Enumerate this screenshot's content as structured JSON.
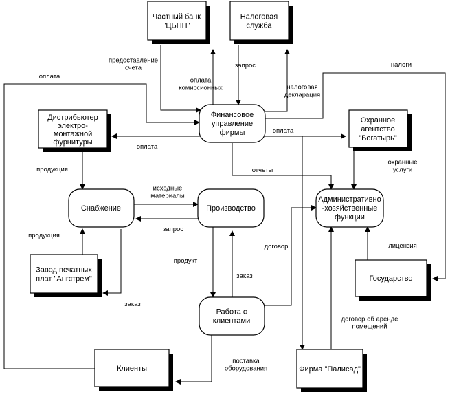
{
  "entities": {
    "bank": {
      "lines": [
        "Частный банк",
        "\"ЦБНН\""
      ]
    },
    "tax": {
      "lines": [
        "Налоговая",
        "служба"
      ]
    },
    "distributor": {
      "lines": [
        "Дистрибьютер",
        "электро-",
        "монтажной",
        "фурнитуры"
      ]
    },
    "security": {
      "lines": [
        "Охранное",
        "агентство",
        "\"Богатырь\""
      ]
    },
    "factory": {
      "lines": [
        "Завод печатных",
        "плат \"Ангстрем\""
      ]
    },
    "state": {
      "lines": [
        "Государство"
      ]
    },
    "clients": {
      "lines": [
        "Клиенты"
      ]
    },
    "palisad": {
      "lines": [
        "Фирма \"Палисад\""
      ]
    }
  },
  "processes": {
    "finance": {
      "lines": [
        "Финансовое",
        "управление",
        "фирмы"
      ]
    },
    "supply": {
      "lines": [
        "Снабжение"
      ]
    },
    "production": {
      "lines": [
        "Производство"
      ]
    },
    "admin": {
      "lines": [
        "Административно",
        "-хозяйственные",
        "функции"
      ]
    },
    "clientwork": {
      "lines": [
        "Работа с",
        "клиентами"
      ]
    }
  },
  "flows": {
    "invoice": {
      "lines": [
        "предоставление",
        "счета"
      ]
    },
    "commission": {
      "lines": [
        "оплата",
        "комиссионных"
      ]
    },
    "request_tax": {
      "lines": [
        "запрос"
      ]
    },
    "declaration": {
      "lines": [
        "налоговая",
        "декларация"
      ]
    },
    "taxes": {
      "lines": [
        "налоги"
      ]
    },
    "payment_left": {
      "lines": [
        "оплата"
      ]
    },
    "payment_dist": {
      "lines": [
        "оплата"
      ]
    },
    "payment_right": {
      "lines": [
        "оплата"
      ]
    },
    "reports": {
      "lines": [
        "отчеты"
      ]
    },
    "security_serv": {
      "lines": [
        "охранные",
        "услуги"
      ]
    },
    "products_dist": {
      "lines": [
        "продукция"
      ]
    },
    "raw_materials": {
      "lines": [
        "исходные",
        "материалы"
      ]
    },
    "request_prod": {
      "lines": [
        "запрос"
      ]
    },
    "products_fact": {
      "lines": [
        "продукция"
      ]
    },
    "contract": {
      "lines": [
        "договор"
      ]
    },
    "license": {
      "lines": [
        "лицензия"
      ]
    },
    "product": {
      "lines": [
        "продукт"
      ]
    },
    "order_prod": {
      "lines": [
        "заказ"
      ]
    },
    "order_fact": {
      "lines": [
        "заказ"
      ]
    },
    "lease": {
      "lines": [
        "договор об аренде",
        "помещений"
      ]
    },
    "delivery": {
      "lines": [
        "поставка",
        "оборудования"
      ]
    }
  }
}
